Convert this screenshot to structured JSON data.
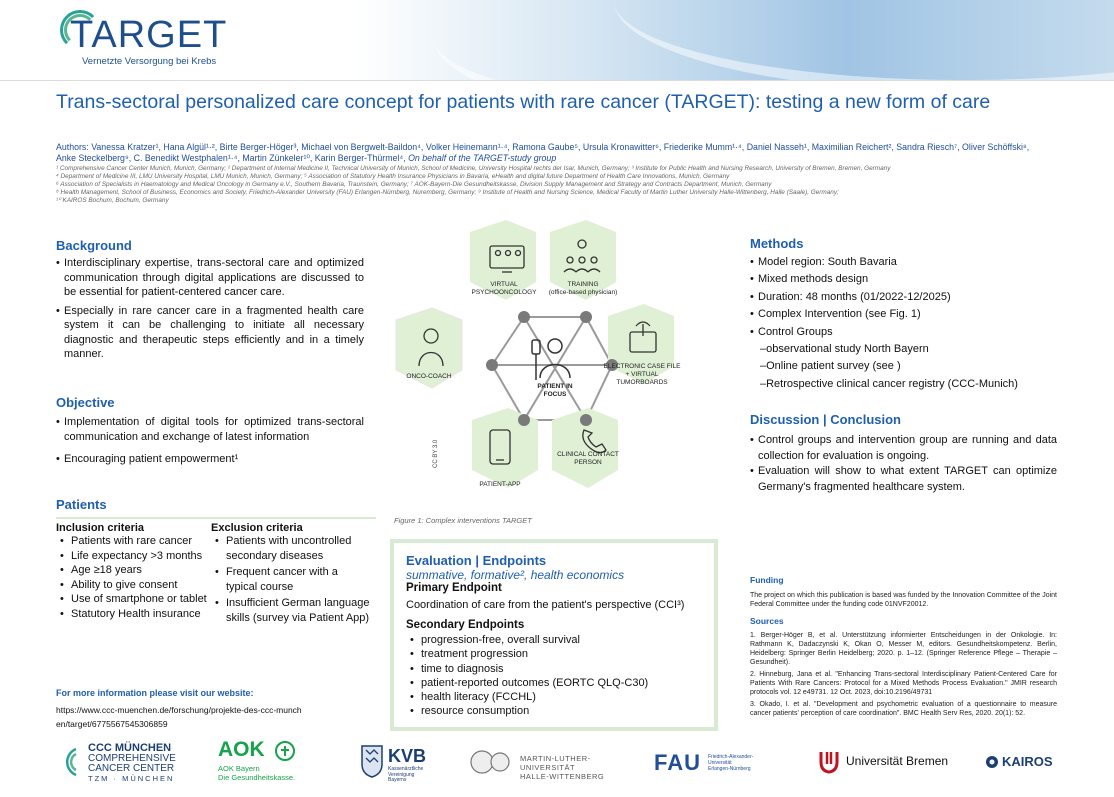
{
  "header": {
    "logo_text": "TARGET",
    "logo_sub": "Vernetzte Versorgung bei Krebs"
  },
  "title": "Trans-sectoral personalized care concept for patients with rare cancer (TARGET): testing a new form of care",
  "authors": "Authors: Vanessa Kratzer¹, Hana Algül¹·², Birte Berger-Höger³, Michael von Bergwelt-Baildon⁴, Volker Heinemann¹·⁴, Ramona Gaube⁵, Ursula Kronawitter⁶, Friederike Mumm¹·⁴, Daniel Nasseh¹, Maximilian Reichert², Sandra Riesch⁷, Oliver Schöffski⁸, Anke Steckelberg⁹, C. Benedikt Westphalen¹·⁴, Martin Zünkeler¹⁰, Karin Berger-Thürmel⁴,",
  "authors_group": "On behalf of the TARGET-study group",
  "affiliations": [
    "¹ Comprehensive Cancer Center Munich, Munich, Germany; ² Department of Internal Medicine II, Technical University of Munich, School of Medicine, University Hospital rechts der Isar, Munich, Germany; ³ Institute for Public Health and Nursing Research, University of Bremen, Bremen, Germany",
    "⁴ Department of Medicine III, LMU University Hospital, LMU Munich, Munich, Germany; ⁵ Association of Statutory Health Insurance Physicians in Bavaria, eHealth and digital future Department of Health Care Innovations, Munich, Germany",
    "⁶ Association of Specialists in Haematology and Medical Oncology in Germany e.V., Southern Bavaria, Traunstein, Germany; ⁷ AOK-Bayern-Die Gesundheitskasse, Division Supply Management and Strategy and Contracts Department, Munich, Germany",
    "⁸ Health Management, School of Business, Economics and Society, Friedrich-Alexander University (FAU) Erlangen-Nürnberg, Nuremberg, Germany; ⁹ Institute of Health and Nursing Science, Medical Faculty of Martin Luther University Halle-Wittenberg, Halle (Saale), Germany;",
    "¹⁰ KAIROS Bochum, Bochum, Germany"
  ],
  "background": {
    "heading": "Background",
    "items": [
      "Interdisciplinary expertise, trans-sectoral care and optimized communication through digital applications are discussed to be essential for patient-centered cancer care.",
      "Especially in rare cancer care in a fragmented health care system it can be challenging to initiate all necessary diagnostic and therapeutic steps  efficiently and in a timely manner."
    ]
  },
  "objective": {
    "heading": "Objective",
    "items": [
      "Implementation of digital tools for optimized trans-sectoral communication and exchange of  latest information",
      "Encouraging patient empowerment¹"
    ]
  },
  "patients": {
    "heading": "Patients",
    "inclusion_heading": "Inclusion criteria",
    "inclusion": [
      "Patients with rare cancer",
      "Life expectancy >3 months",
      "Age ≥18 years",
      "Ability to give consent",
      "Use of smartphone or tablet",
      "Statutory Health insurance"
    ],
    "exclusion_heading": "Exclusion criteria",
    "exclusion": [
      "Patients with uncontrolled secondary diseases",
      "Frequent cancer with a typical course",
      "Insufficient German language skills (survey via Patient App)"
    ],
    "info_line": "For more information please visit our website:",
    "url": "https://www.ccc-muenchen.de/forschung/projekte-des-ccc-munchen/target/6775567545306859"
  },
  "diagram": {
    "center": "PATIENT IN FOCUS",
    "nodes": {
      "virtual": "VIRTUAL PSYCHOONCOLOGY",
      "training": "TRAINING",
      "training_sub": "(office-based physician)",
      "case_file": "ELECTRONIC CASE FILE + VIRTUAL TUMORBOARDS",
      "clinical": "CLINICAL CONTACT PERSON",
      "app": "PATIENT-APP",
      "coach": "ONCO-COACH"
    },
    "cc_by": "CC BY 3.0",
    "caption": "Figure 1: Complex interventions TARGET"
  },
  "evaluation": {
    "heading": "Evaluation | Endpoints",
    "subheading": "summative, formative², health economics",
    "primary_heading": "Primary Endpoint",
    "primary_text": "Coordination of care from the patient's perspective (CCI³)",
    "secondary_heading": "Secondary Endpoints",
    "secondary": [
      "progression-free, overall survival",
      "treatment progression",
      "time to diagnosis",
      "patient-reported outcomes (EORTC QLQ-C30)",
      "health literacy (FCCHL)",
      "resource consumption"
    ]
  },
  "methods": {
    "heading": "Methods",
    "items": [
      {
        "t": "Model region: South Bavaria",
        "k": "b"
      },
      {
        "t": "Mixed methods design",
        "k": "b"
      },
      {
        "t": "Duration: 48 months (01/2022-12/2025)",
        "k": "b"
      },
      {
        "t": "Complex Intervention (see Fig. 1)",
        "k": "b"
      },
      {
        "t": "Control Groups",
        "k": "b"
      },
      {
        "t": "–observational study North Bayern",
        "k": "d"
      },
      {
        "t": "–Online patient survey (see )",
        "k": "d"
      },
      {
        "t": "–Retrospective clinical cancer registry (CCC-Munich)",
        "k": "d"
      }
    ]
  },
  "discussion": {
    "heading": "Discussion | Conclusion",
    "items": [
      "Control groups and intervention group are running and data collection for evaluation is ongoing.",
      "Evaluation will show to what extent TARGET can optimize Germany's fragmented healthcare system."
    ]
  },
  "funding": {
    "heading": "Funding",
    "text": "The project on which this publication is based was funded by the Innovation Committee of the Joint Federal Committee under the funding code 01NVF20012."
  },
  "sources": {
    "heading": "Sources",
    "items": [
      "1. Berger-Höger B, et al. Unterstützung informierter Entscheidungen in der Onkologie. In: Rathmann K, Dadaczynski K, Okan O, Messer M, editors. Gesundheitskompetenz. Berlin, Heidelberg: Springer Berlin Heidelberg; 2020. p. 1–12. (Springer Reference Pflege – Therapie – Gesundheit).",
      "2. Hinneburg, Jana et al. \"Enhancing Trans-sectoral Interdisciplinary Patient-Centered Care for Patients With Rare Cancers: Protocol for a Mixed Methods Process Evaluation.\" JMIR research protocols vol. 12 e49731. 12 Oct. 2023, doi:10.2196/49731",
      "3. Okado, I. et al. \"Development and psychometric evaluation of a questionnaire to measure cancer patients' perception of care coordination\". BMC Health Serv Res, 2020. 20(1): 52."
    ]
  },
  "footer": {
    "ccc_main": "CCC MÜNCHEN",
    "ccc_sub1": "COMPREHENSIVE",
    "ccc_sub2": "CANCER CENTER",
    "ccc_tzm": "TZM · MÜNCHEN",
    "aok": "AOK",
    "aok_sub1": "AOK Bayern",
    "aok_sub2": "Die Gesundheitskasse.",
    "kvb": "KVB",
    "kvb_sub": "Kassenärztliche Vereinigung Bayerns",
    "mlu1": "MARTIN-LUTHER-UNIVERSITÄT",
    "mlu2": "HALLE-WITTENBERG",
    "fau": "FAU",
    "fau_sub1": "Friedrich-Alexander-Universität",
    "fau_sub2": "Erlangen-Nürnberg",
    "bremen": "Universität Bremen",
    "kairos": "KAIROS"
  },
  "colors": {
    "accent": "#1f5fb0",
    "hex_fill": "#dff0d5",
    "box_border": "#d9ead3"
  }
}
